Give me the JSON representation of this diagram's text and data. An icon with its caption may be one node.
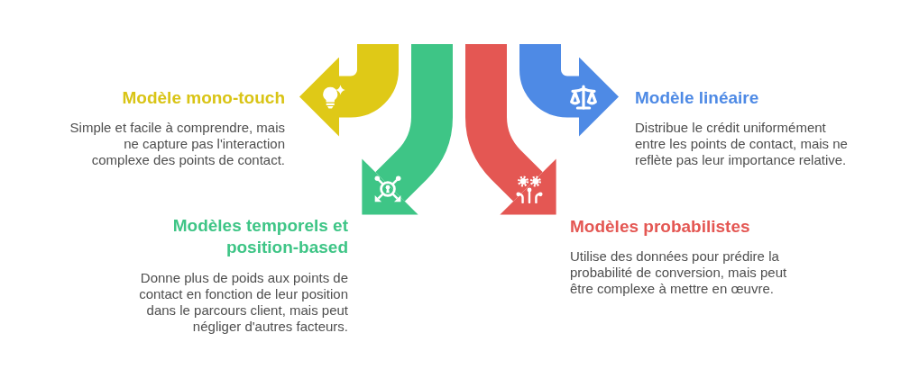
{
  "diagram": {
    "nodes": [
      {
        "text": [
          "Modèle mono-touch",
          "Simple et facile à comprendre, mais ne capture pas l'interaction complexe des points de contact."
        ]
      },
      {
        "text": [
          "Modèle linéaire",
          "Distribue le crédit uniformément entre les points de contact, mais ne reflète pas leur importance relative."
        ]
      },
      {
        "text": [
          "Modèles temporels et position-based",
          "Donne plus de poids aux points de contact en fonction de leur position dans le parcours client, mais peut négliger d'autres facteurs."
        ]
      },
      {
        "text": [
          "Modèles probabilistes",
          "Utilise des données pour prédire la probabilité de conversion, mais peut être complexe à mettre en œuvre."
        ]
      }
    ],
    "edges": [
      {
        "from": null,
        "to": 0,
        "arrow": "to",
        "color": "#dfc917"
      },
      {
        "from": null,
        "to": 2,
        "arrow": "to",
        "color": "#3ec586"
      },
      {
        "from": null,
        "to": 3,
        "arrow": "to",
        "color": "#e45753"
      },
      {
        "from": null,
        "to": 1,
        "arrow": "to",
        "color": "#4e8ae5"
      }
    ]
  }
}
